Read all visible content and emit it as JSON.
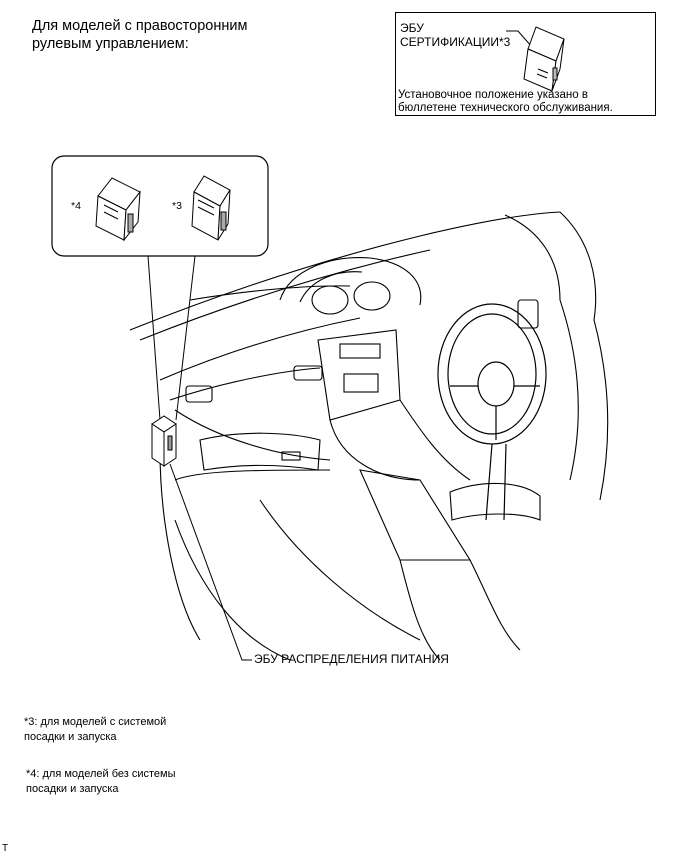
{
  "heading": {
    "line1": "Для моделей с правосторонним",
    "line2": "рулевым управлением:"
  },
  "infobox": {
    "ecu_line1": "ЭБУ",
    "ecu_line2": "СЕРТИФИКАЦИИ*3",
    "note_line1": "Установочное положение указано в",
    "note_line2": "бюллетене технического обслуживания."
  },
  "callouts": {
    "mark4": "*4",
    "mark3": "*3",
    "power_distribution_ecu": "ЭБУ РАСПРЕДЕЛЕНИЯ ПИТАНИЯ"
  },
  "footnotes": {
    "n3_line1": "*3: для моделей с системой",
    "n3_line2": "посадки и запуска",
    "n4_line1": "*4: для моделей без системы",
    "n4_line2": "посадки и запуска"
  },
  "corner_mark": "T"
}
